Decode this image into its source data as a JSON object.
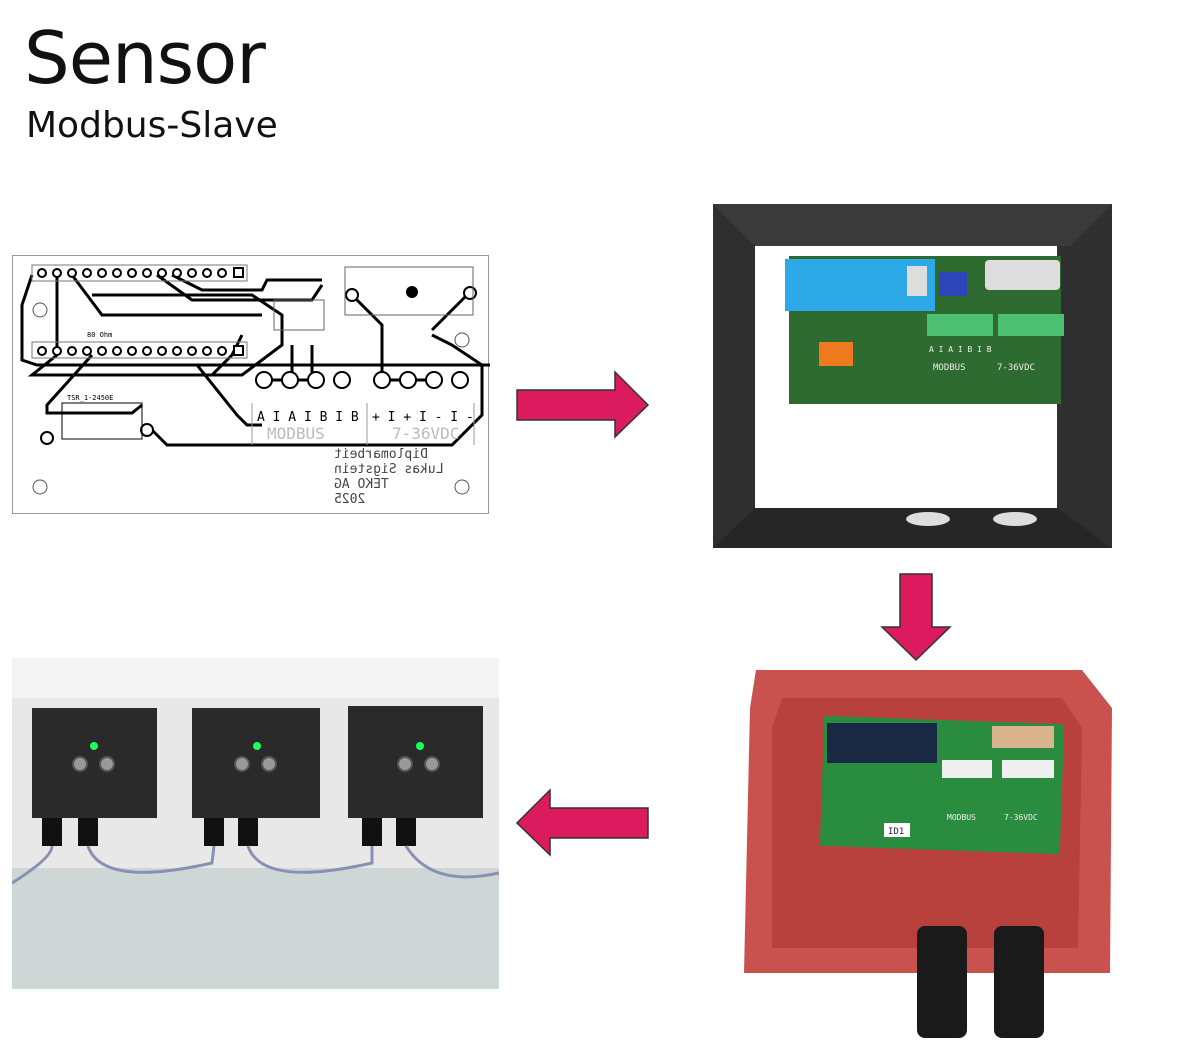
{
  "slide": {
    "title": "Sensor",
    "subtitle": "Modbus-Slave"
  },
  "pcb_layout": {
    "terminal_labels_modbus": "A I A I B I B",
    "terminal_labels_power": "+ I + I - I -",
    "modbus_label": "MODBUS",
    "power_label": "7-36VDC",
    "regulator": "TSR_1-2450E",
    "resistor_label": "80 Ohm",
    "signature": [
      "Diplomarbeit",
      "Lukas Sigstein",
      "TEKO AG",
      "2025"
    ]
  },
  "render_3d": {
    "modbus_label": "MODBUS",
    "power_label": "7-36VDC"
  },
  "assembled_box": {
    "board_tag": "ID1"
  },
  "colors": {
    "arrow": "#dc1a5e",
    "frame": "#2f2f2f",
    "pcb_green": "#2e7d3a",
    "box_red": "#c9524e"
  }
}
